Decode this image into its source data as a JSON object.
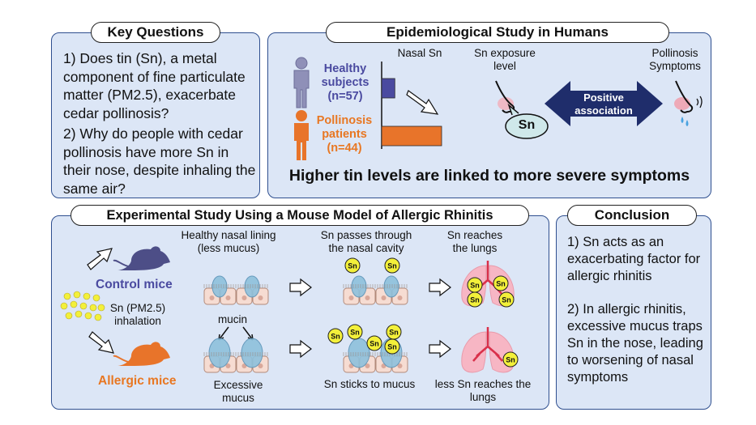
{
  "key_questions": {
    "title": "Key Questions",
    "q1": "1) Does tin (Sn), a metal component of fine particulate matter (PM2.5), exacerbate cedar pollinosis?",
    "q2": "2) Why do people with cedar pollinosis have more Sn in their nose, despite inhaling the same air?"
  },
  "epidemiology": {
    "title": "Epidemiological Study in Humans",
    "healthy_label": "Healthy subjects",
    "healthy_n": "(n=57)",
    "pollinosis_label": "Pollinosis patients",
    "pollinosis_n": "(n=44)",
    "bar_axis_label": "Nasal Sn",
    "exposure_label": "Sn exposure level",
    "symptoms_label": "Pollinosis Symptoms",
    "association_label": "Positive association",
    "sn_bubble": "Sn",
    "headline": "Higher tin levels are linked to more severe symptoms"
  },
  "chart_data": {
    "type": "bar",
    "categories": [
      "Healthy subjects",
      "Pollinosis patients"
    ],
    "values": [
      0.22,
      1.0
    ],
    "xlabel": "Nasal Sn",
    "colors": [
      "#4a4aa0",
      "#e8742a"
    ]
  },
  "experiment": {
    "title": "Experimental Study Using a Mouse Model of Allergic Rhinitis",
    "control_mice": "Control mice",
    "allergic_mice": "Allergic mice",
    "exposure": "Sn (PM2.5) inhalation",
    "healthy_lining": "Healthy nasal lining (less mucus)",
    "passes_through": "Sn passes through the nasal cavity",
    "reaches_lungs": "Sn reaches the lungs",
    "mucin": "mucin",
    "excessive_mucus": "Excessive mucus",
    "sticks_to_mucus": "Sn sticks to mucus",
    "less_reaches": "less Sn reaches the lungs",
    "sn_token": "Sn"
  },
  "conclusion": {
    "title": "Conclusion",
    "c1": "1) Sn acts as an exacerbating factor for allergic rhinitis",
    "c2": "2) In allergic rhinitis, excessive mucus traps Sn in the nose, leading to worsening of nasal symptoms"
  },
  "colors": {
    "panel_fill": "#dce6f6",
    "panel_border": "#2f4f8f",
    "healthy": "#4a4aa0",
    "pollinosis": "#e87722",
    "sn_yellow": "#f3f03a",
    "arrow_navy": "#1f2d6b"
  }
}
